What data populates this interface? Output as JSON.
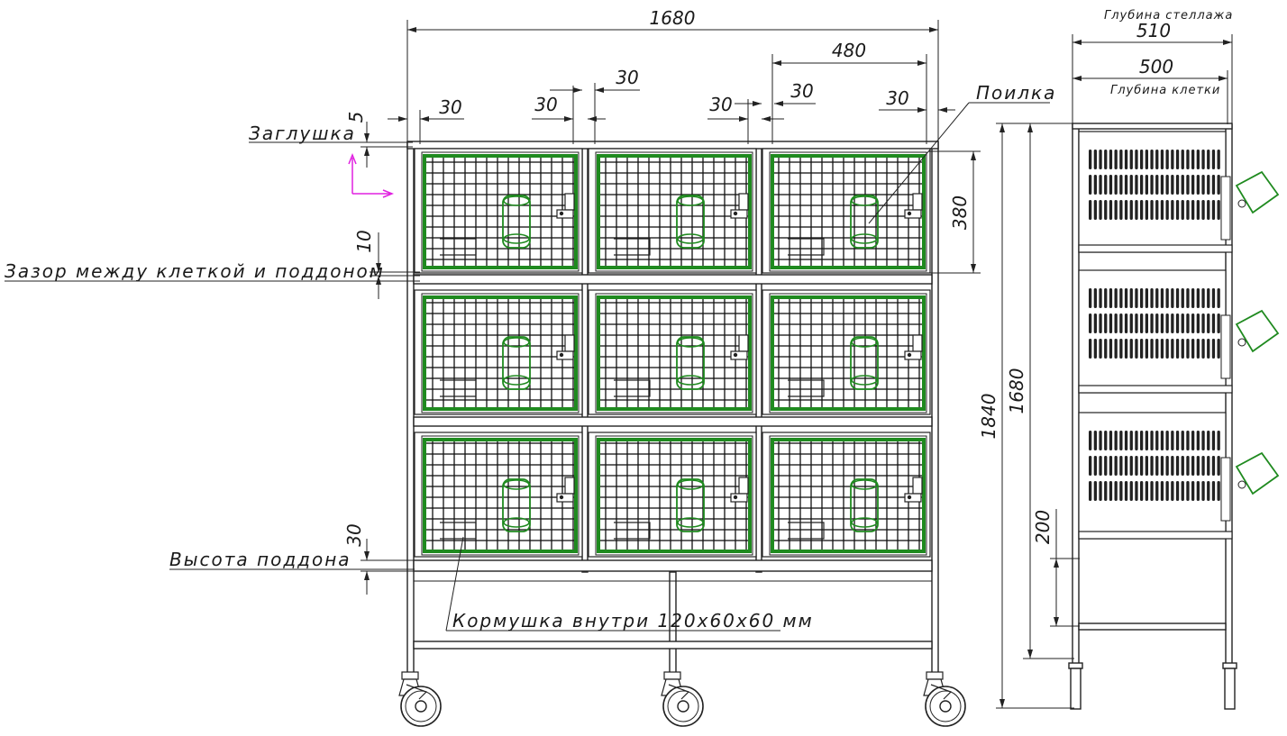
{
  "dimensions": {
    "total_width": "1680",
    "section_width": "480",
    "post_30_a": "30",
    "post_30_b": "30",
    "post_30_c": "30",
    "post_30_d": "30",
    "post_30_e": "30",
    "post_30_f": "30",
    "plug_5": "5",
    "gap_10": "10",
    "cage_height": "380",
    "tray_height_30": "30",
    "rack_depth": "510",
    "cage_depth": "500",
    "overall_height": "1840",
    "frame_height": "1680",
    "bottom_clearance": "200"
  },
  "labels": {
    "plug": "Заглушка",
    "gap_cage_tray": "Зазор между клеткой и поддоном",
    "tray_height": "Высота поддона",
    "feeder": "Кормушка внутри 120x60x60 мм",
    "drinker": "Поилка",
    "rack_depth": "Глубина стеллажа",
    "cage_depth": "Глубина клетки"
  },
  "colors": {
    "line": "#222222",
    "cage_frame": "#1f8a1f",
    "axis_marker": "#e020e0",
    "background": "#ffffff"
  }
}
